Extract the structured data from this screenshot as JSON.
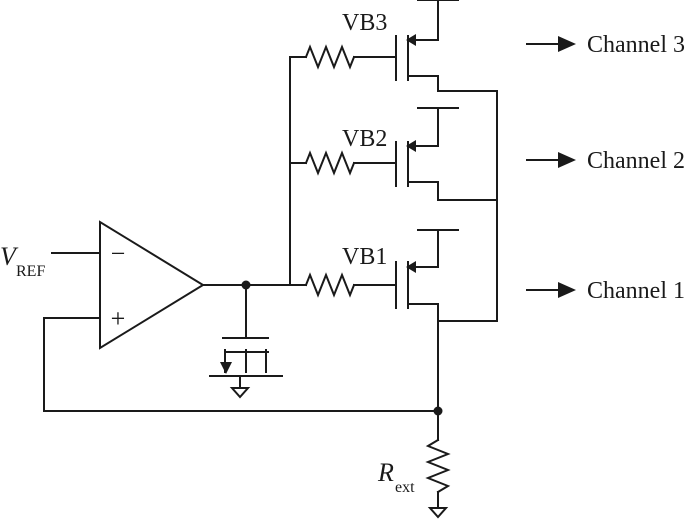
{
  "labels": {
    "vb3": "VB3",
    "vb2": "VB2",
    "vb1": "VB1",
    "channel3": "Channel 3",
    "channel2": "Channel 2",
    "channel1": "Channel 1",
    "vref_main": "V",
    "vref_sub": "REF",
    "rext_main": "R",
    "rext_sub": "ext",
    "opamp_minus": "−",
    "opamp_plus": "+"
  },
  "colors": {
    "ink": "#1a1a1a",
    "background": "#ffffff"
  },
  "components": {
    "opamp": "operational amplifier",
    "resistors": [
      "VB3 gate resistor",
      "VB2 gate resistor",
      "VB1 gate resistor",
      "Rext"
    ],
    "transistors": [
      "VB3 PMOS",
      "VB2 PMOS",
      "VB1 PMOS",
      "compensation MOS capacitor"
    ]
  }
}
